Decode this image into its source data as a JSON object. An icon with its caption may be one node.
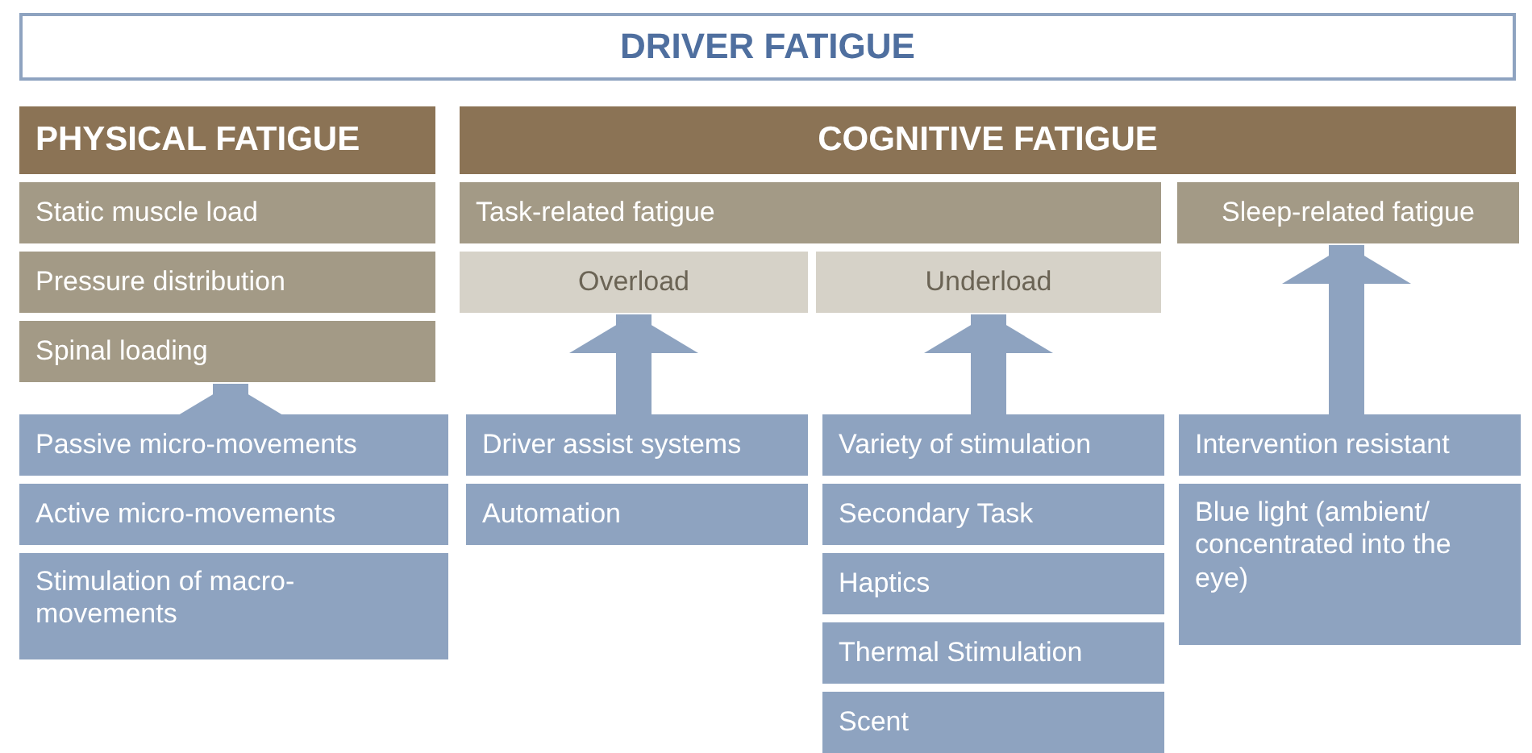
{
  "diagram": {
    "nodes": [
      {
        "text": [
          "DRIVER FATIGUE"
        ]
      },
      {
        "text": [
          "PHYSICAL FATIGUE"
        ]
      },
      {
        "text": [
          "Static muscle load"
        ]
      },
      {
        "text": [
          "Pressure distribution"
        ]
      },
      {
        "text": [
          "Spinal loading"
        ]
      },
      {
        "text": [
          "COGNITIVE FATIGUE"
        ]
      },
      {
        "text": [
          "Task-related fatigue"
        ]
      },
      {
        "text": [
          "Overload"
        ]
      },
      {
        "text": [
          "Underload"
        ]
      },
      {
        "text": [
          "Sleep-related fatigue"
        ]
      },
      {
        "text": [
          "Passive micro-movements"
        ]
      },
      {
        "text": [
          "Active micro-movements"
        ]
      },
      {
        "text": [
          "Stimulation of macro-movements"
        ]
      },
      {
        "text": [
          "Driver assist systems"
        ]
      },
      {
        "text": [
          "Automation"
        ]
      },
      {
        "text": [
          "Variety of stimulation"
        ]
      },
      {
        "text": [
          "Secondary Task"
        ]
      },
      {
        "text": [
          "Haptics"
        ]
      },
      {
        "text": [
          "Thermal Stimulation"
        ]
      },
      {
        "text": [
          "Scent"
        ]
      },
      {
        "text": [
          "Intervention resistant"
        ]
      },
      {
        "text": [
          "Blue light (ambient/ concentrated into the eye)"
        ]
      }
    ],
    "edges": [
      {
        "from": 10,
        "to": 4,
        "arrow": "to"
      },
      {
        "from": 13,
        "to": 7,
        "arrow": "to"
      },
      {
        "from": 15,
        "to": 8,
        "arrow": "to"
      },
      {
        "from": 20,
        "to": 9,
        "arrow": "to"
      }
    ]
  }
}
